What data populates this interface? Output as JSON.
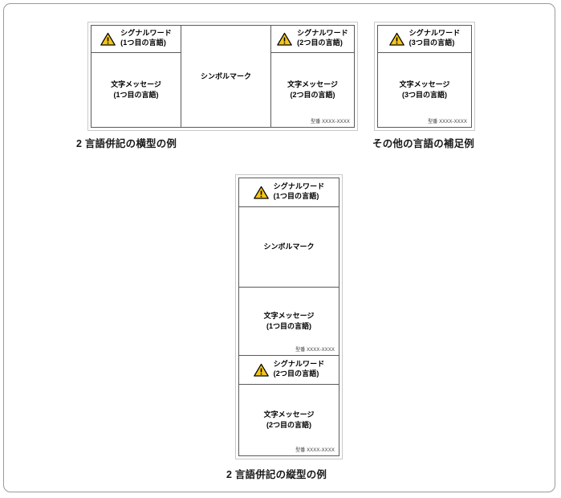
{
  "figures": {
    "horizontal": {
      "caption": "2 言語併記の横型の例",
      "lang1": {
        "signal_word": "シグナルワード\n(1つ目の言語)",
        "message": "文字メッセージ\n(1つ目の言語)"
      },
      "symbol": {
        "label": "シンボルマーク"
      },
      "lang2": {
        "signal_word": "シグナルワード\n(2つ目の言語)",
        "message": "文字メッセージ\n(2つ目の言語)",
        "model_no": "型番 XXXX-XXXX"
      }
    },
    "supplement": {
      "caption": "その他の言語の補足例",
      "lang3": {
        "signal_word": "シグナルワード\n(3つ目の言語)",
        "message": "文字メッセージ\n(3つ目の言語)",
        "model_no": "型番 XXXX-XXXX"
      }
    },
    "vertical": {
      "caption": "2 言語併記の縦型の例",
      "lang1": {
        "signal_word": "シグナルワード\n(1つ目の言語)",
        "message": "文字メッセージ\n(1つ目の言語)",
        "model_no": "型番 XXXX-XXXX"
      },
      "symbol": {
        "label": "シンボルマーク"
      },
      "lang2": {
        "signal_word": "シグナルワード\n(2つ目の言語)",
        "message": "文字メッセージ\n(2つ目の言語)",
        "model_no": "型番 XXXX-XXXX"
      }
    }
  },
  "icons": {
    "warning": "warning-triangle-icon"
  },
  "colors": {
    "warning_fill": "#F5C518",
    "warning_stroke": "#000000",
    "page_border": "#9A9A9A",
    "card_outer_border": "#C9C9C9",
    "card_inner_border": "#5A5A5A",
    "background": "#FFFFFF",
    "text": "#000000",
    "model_no_text": "#3A3A3A"
  }
}
